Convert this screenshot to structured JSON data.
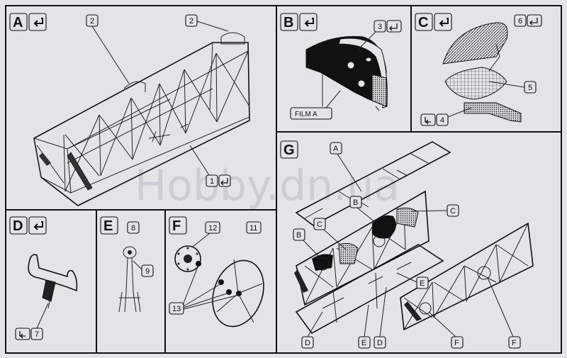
{
  "panels": {
    "A": {
      "letter": "A",
      "callouts": [
        "2",
        "2",
        "1"
      ]
    },
    "B": {
      "letter": "B",
      "callouts": [
        "3"
      ],
      "label": "FILM A"
    },
    "C": {
      "letter": "C",
      "callouts": [
        "6",
        "5",
        "4"
      ]
    },
    "D": {
      "letter": "D",
      "callouts": [
        "7"
      ]
    },
    "E": {
      "letter": "E",
      "callouts": [
        "8",
        "9"
      ]
    },
    "F": {
      "letter": "F",
      "callouts": [
        "12",
        "11",
        "13"
      ]
    },
    "G": {
      "letter": "G",
      "callouts": [
        "A",
        "B",
        "C",
        "B",
        "C",
        "E",
        "D",
        "E",
        "D",
        "F",
        "F"
      ]
    }
  },
  "watermark": "Hobby.dn.ua",
  "colors": {
    "background": "#e3e4e6",
    "ink": "#111111",
    "watermark": "#b9bcc4"
  },
  "icons": {
    "panel_arrow": "return-arrow-icon",
    "callout_arrow": "return-arrow-icon"
  }
}
